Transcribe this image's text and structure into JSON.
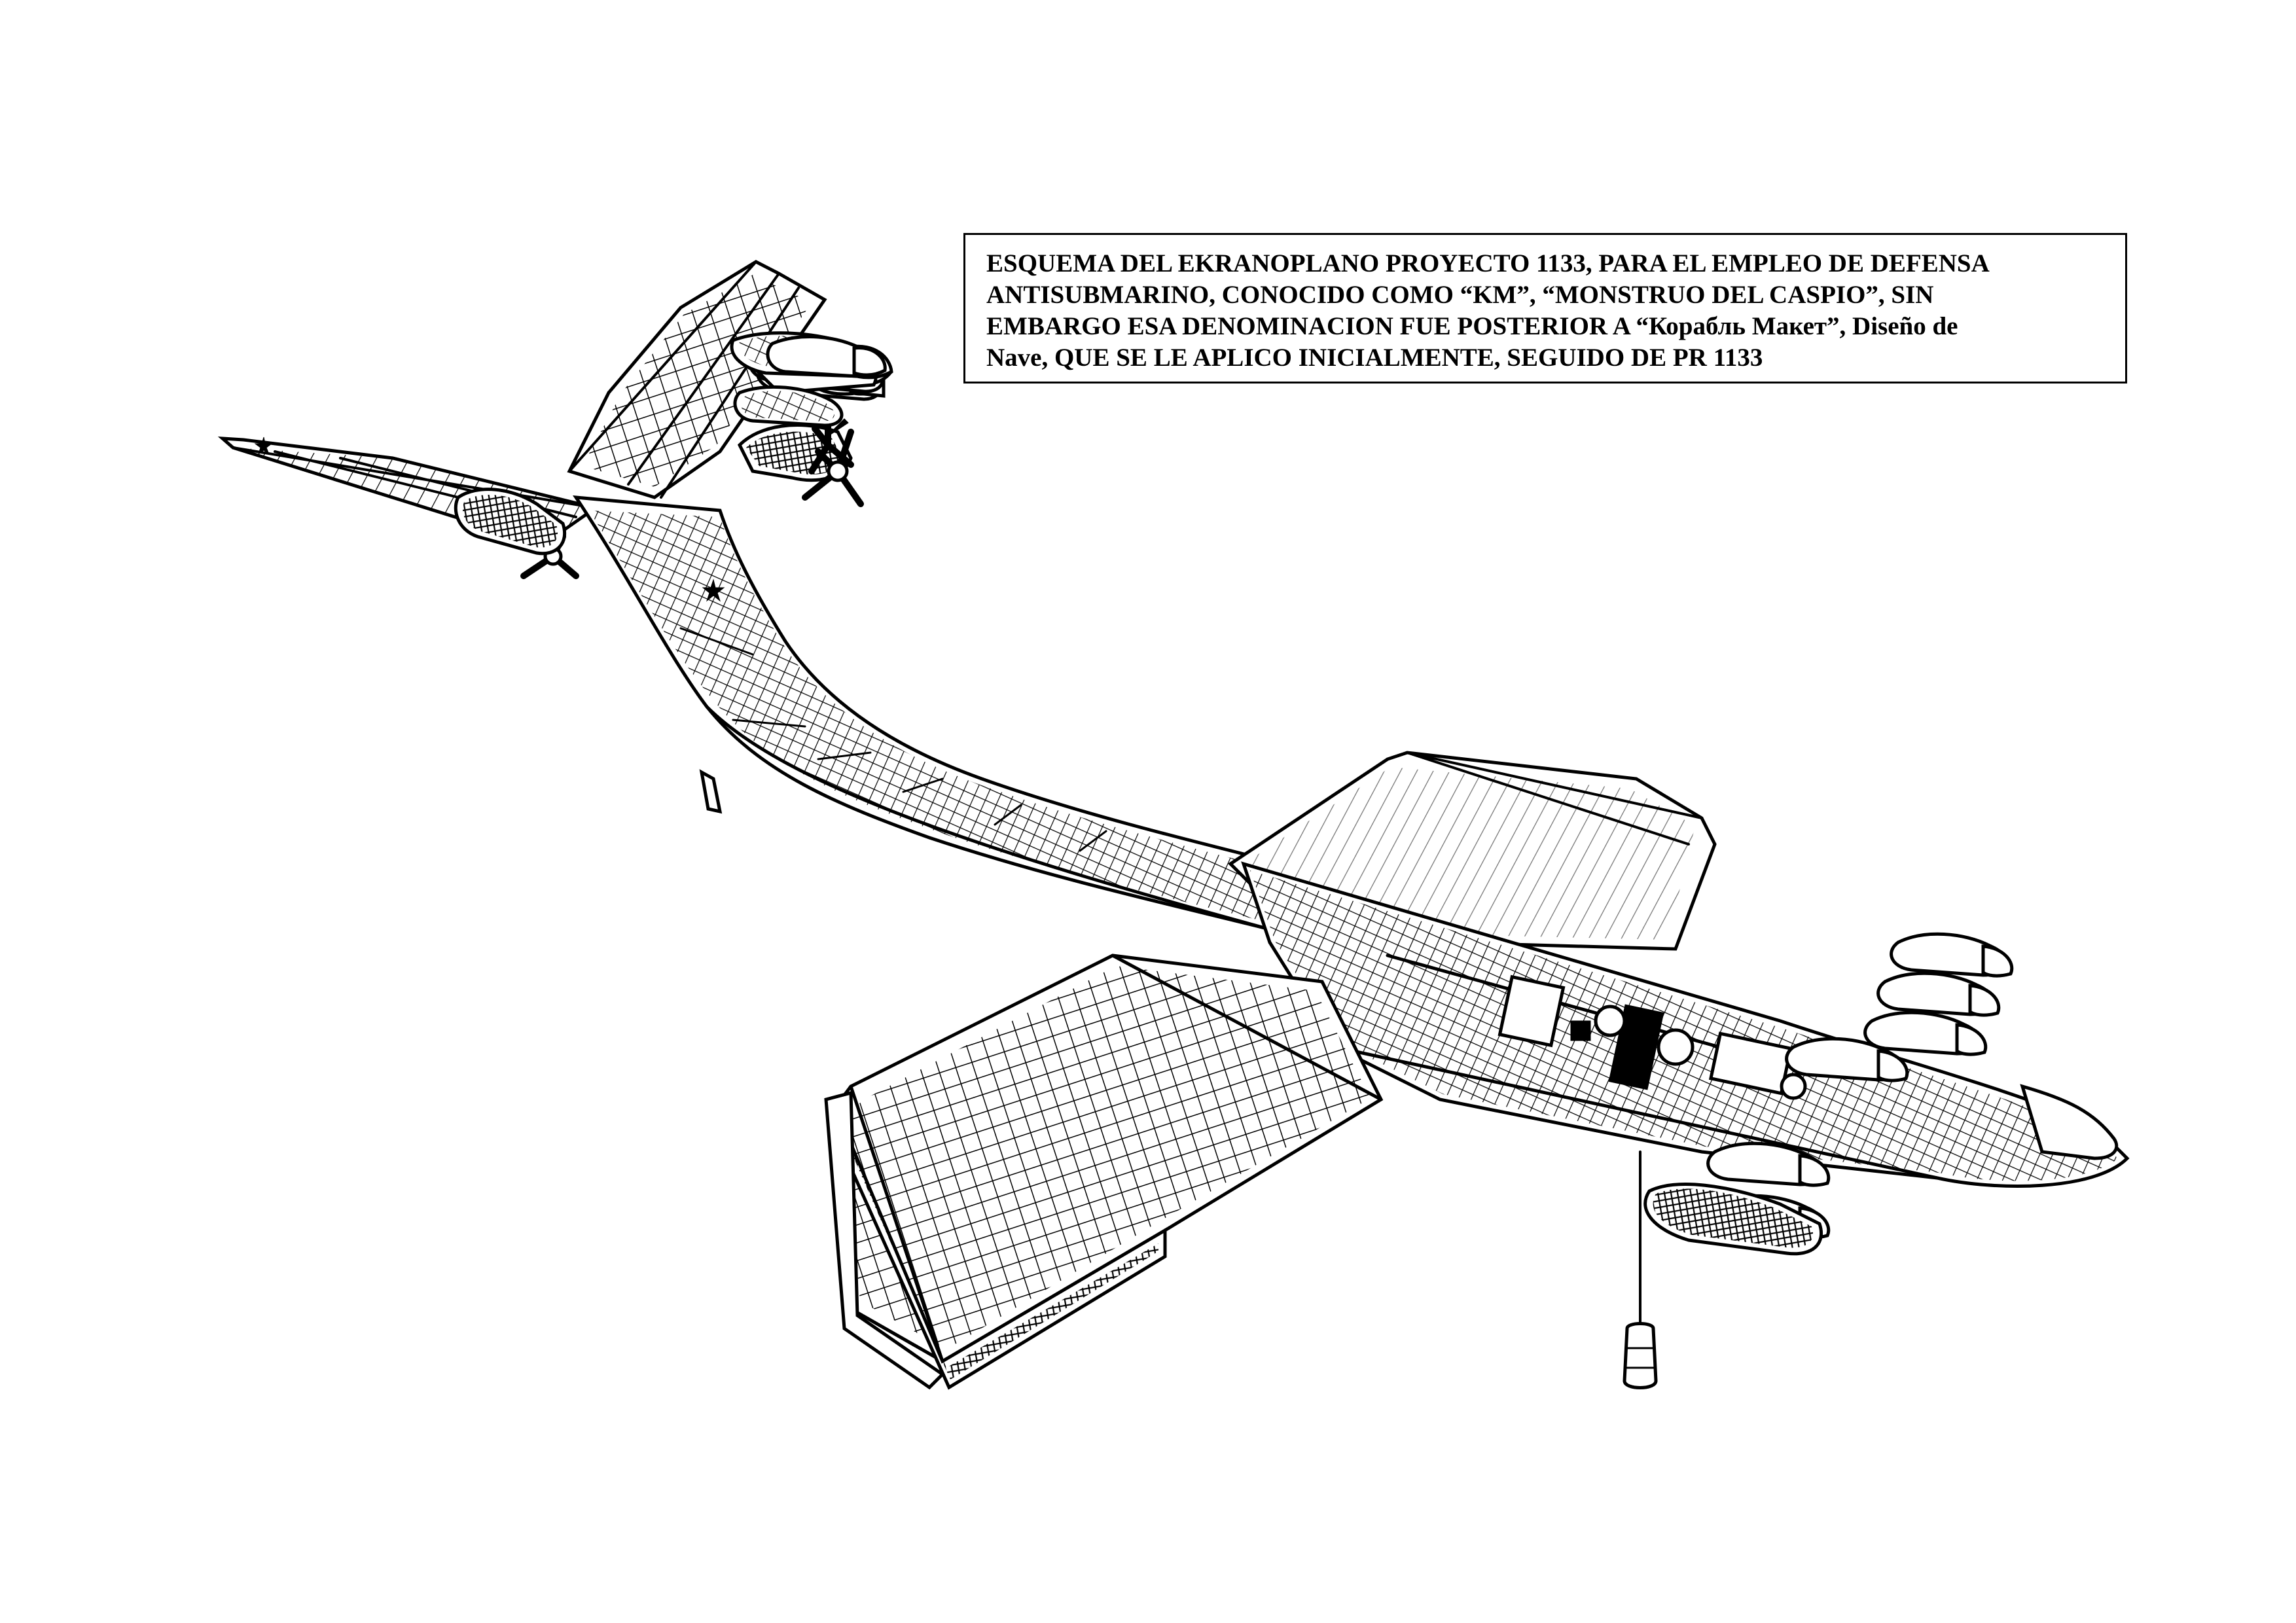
{
  "caption": {
    "lines": [
      "ESQUEMA DEL EKRANOPLANO PROYECTO 1133, PARA EL EMPLEO DE DEFENSA",
      "ANTISUBMARINO, CONOCIDO COMO “KM”, “MONSTRUO DEL CASPIO”, SIN",
      "EMBARGO ESA DENOMINACION FUE POSTERIOR A “Корабль Макет”, Diseño de",
      "Nave, QUE SE LE APLICO INICIALMENTE, SEGUIDO DE PR 1133"
    ]
  },
  "illustration": {
    "subject": "ekranoplan-cutaway",
    "style": "black-ink-line-drawing"
  }
}
